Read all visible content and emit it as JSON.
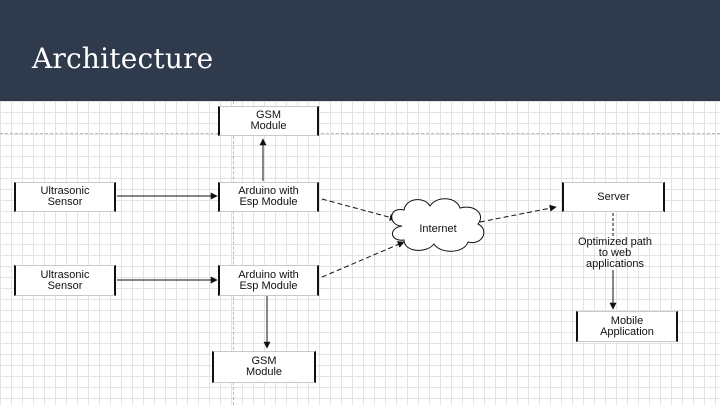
{
  "slide": {
    "title": "Architecture"
  },
  "diagram": {
    "nodes": {
      "gsm_top": "GSM\nModule",
      "sensor_1": "Ultrasonic\nSensor",
      "arduino_1": "Arduino with\nEsp Module",
      "sensor_2": "Ultrasonic\nSensor",
      "arduino_2": "Arduino with\nEsp Module",
      "gsm_bottom": "GSM\nModule",
      "internet": "Internet",
      "server": "Server",
      "mobile_app": "Mobile\nApplication"
    },
    "edge_labels": {
      "server_to_mobile": "Optimized path\nto web\napplications"
    }
  }
}
